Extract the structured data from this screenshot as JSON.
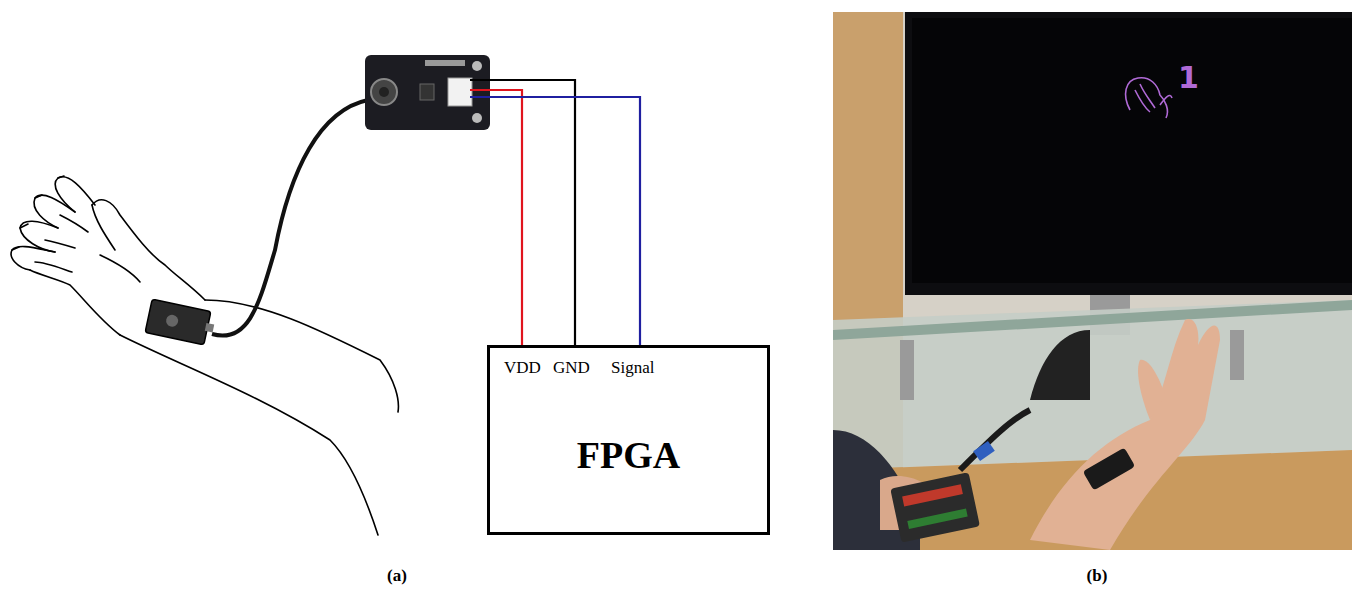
{
  "diagram": {
    "nodes": [
      {
        "text": [
          "FPGA"
        ]
      }
    ],
    "labels": [
      "VDD",
      "GND",
      "Signal",
      "(a)",
      "1",
      "(b)"
    ]
  }
}
